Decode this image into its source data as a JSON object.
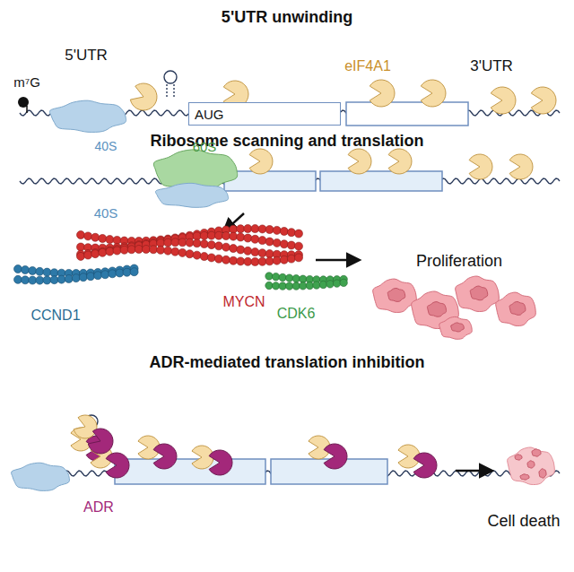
{
  "diagram": {
    "nodes": [
      {
        "text": [
          "AUG"
        ]
      }
    ],
    "labels": [
      "5'UTR unwinding",
      "5'UTR",
      "m⁷G",
      "eIF4A1",
      "3'UTR",
      "40S",
      "Ribosome scanning and translation",
      "60S",
      "40S",
      "MYCN",
      "CCND1",
      "CDK6",
      "Proliferation",
      "ADR-mediated translation inhibition",
      "ADR",
      "Cell death"
    ]
  }
}
